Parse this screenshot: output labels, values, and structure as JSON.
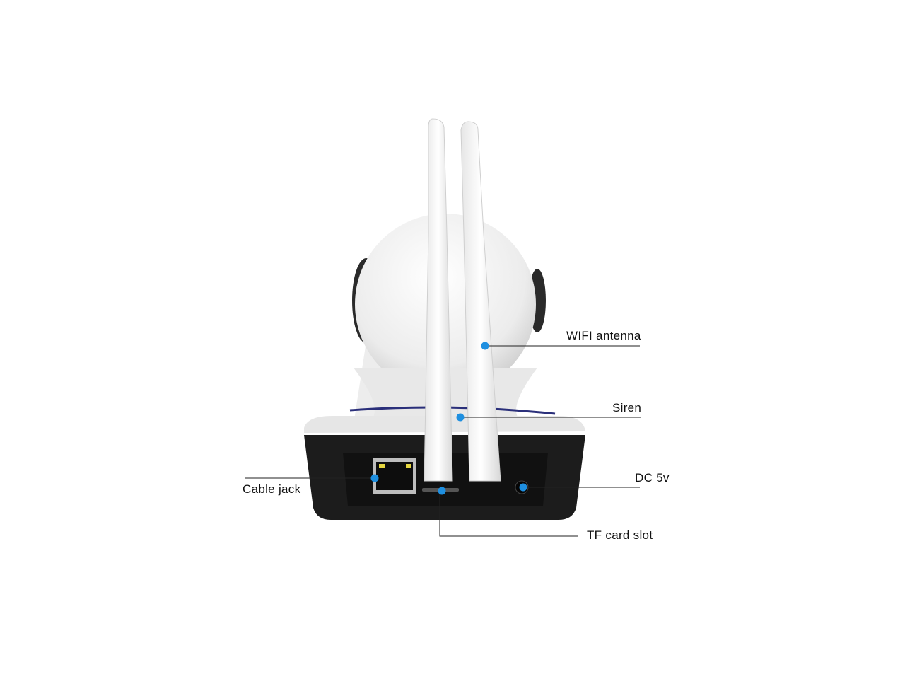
{
  "callouts": {
    "wifi_antenna": "WIFI antenna",
    "siren": "Siren",
    "cable_jack": "Cable jack",
    "dc_power": "DC 5v",
    "tf_card_slot": "TF card slot"
  },
  "colors": {
    "callout_dot": "#1e8fe0",
    "camera_body": "#f2f2f2",
    "base_panel": "#1c1c1c",
    "accent_ring": "#2a2f7a"
  }
}
